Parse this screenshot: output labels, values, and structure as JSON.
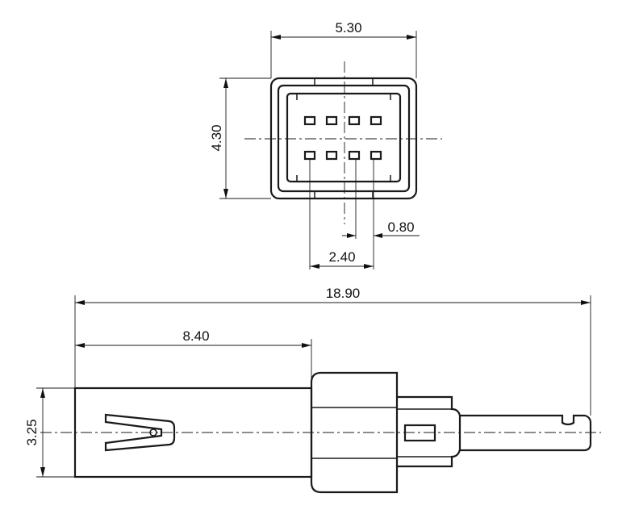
{
  "drawing": {
    "dimensions": {
      "front_width": "5.30",
      "front_height": "4.30",
      "pin_width": "0.80",
      "pin_span": "2.40",
      "overall_length": "18.90",
      "body_length": "8.40",
      "body_height": "3.25"
    },
    "colors": {
      "line": "#1a1a1a",
      "background": "#ffffff"
    }
  }
}
